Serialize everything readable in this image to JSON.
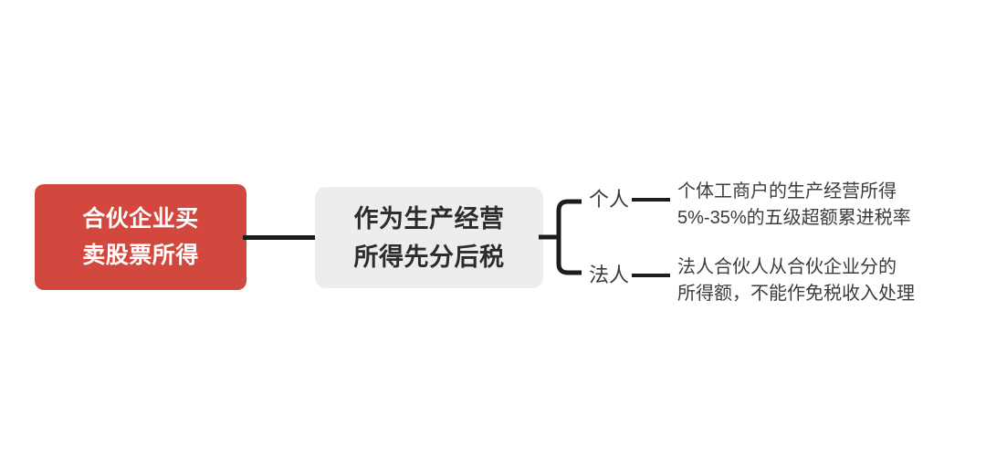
{
  "diagram": {
    "type": "mind-map",
    "orientation": "left-to-right",
    "background_color": "#ffffff",
    "root": {
      "lines": [
        "合伙企业买",
        "卖股票所得"
      ],
      "background_color": "#d2483f",
      "text_color": "#ffffff"
    },
    "branch": {
      "lines": [
        "作为生产经营",
        "所得先分后税"
      ],
      "background_color": "#ededed",
      "text_color": "#2c2c2c"
    },
    "sub_branches": [
      {
        "label": "个人",
        "detail_lines": [
          "个体工商户的生产经营所得",
          "5%-35%的五级超额累进税率"
        ]
      },
      {
        "label": "法人",
        "detail_lines": [
          "法人合伙人从合伙企业分的",
          "所得额，不能作免税收入处理"
        ]
      }
    ],
    "connector_color": "#1d1d1d"
  }
}
